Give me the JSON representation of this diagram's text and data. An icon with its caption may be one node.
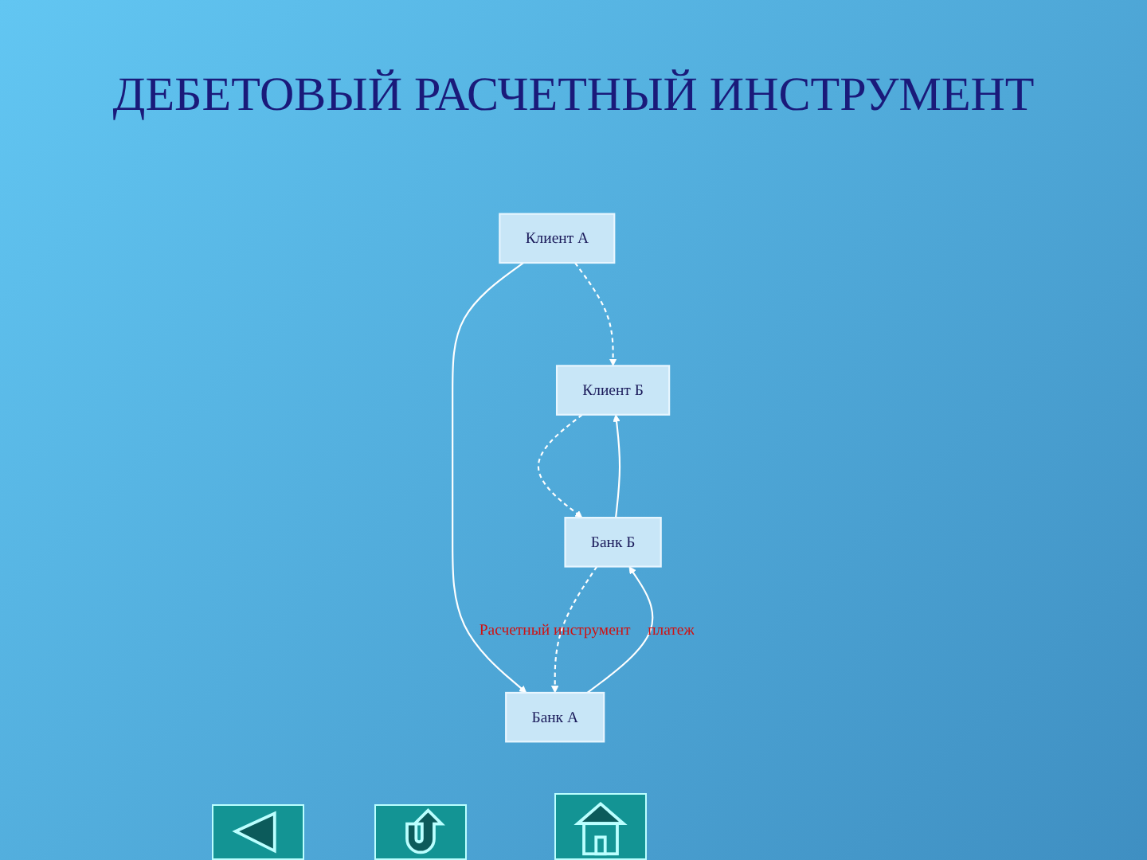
{
  "diagram": {
    "title": "ДЕБЕТОВЫЙ РАСЧЕТНЫЙ ИНСТРУМЕНТ",
    "nodes": [
      {
        "text": [
          "Клиент А"
        ]
      },
      {
        "text": [
          "Клиент Б"
        ]
      },
      {
        "text": [
          "Банк А"
        ]
      },
      {
        "text": [
          "Банк Б"
        ]
      }
    ],
    "edges": [
      {
        "from": 0,
        "to": 1,
        "arrow": "to",
        "style": "dashed"
      },
      {
        "from": 0,
        "to": 2,
        "arrow": "to"
      },
      {
        "from": 2,
        "to": 3,
        "arrow": "to",
        "label": "платеж"
      },
      {
        "from": 3,
        "to": 2,
        "arrow": "to",
        "style": "dashed",
        "label": "Расчетный инструмент"
      },
      {
        "from": 3,
        "to": 1,
        "arrow": "to"
      },
      {
        "from": 1,
        "to": 3,
        "arrow": "to",
        "style": "dashed"
      }
    ]
  }
}
